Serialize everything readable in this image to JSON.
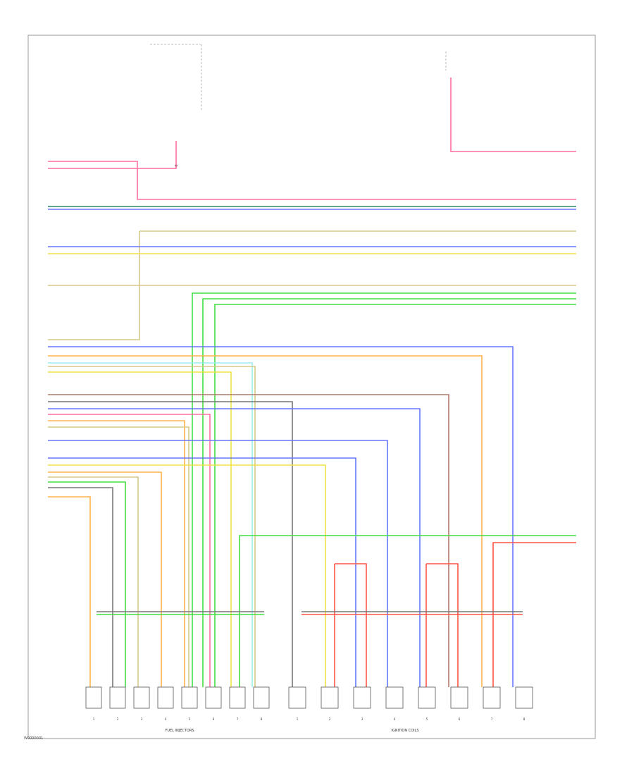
{
  "diagram": {
    "page_code": "W0000001",
    "group_labels": [
      "FUEL INJECTORS",
      "IGNITION COILS"
    ],
    "palette": {
      "pink": "#ff6f9f",
      "green": "#44dd44",
      "blue": "#6677ff",
      "tan": "#d8c98a",
      "orange": "#ffb24d",
      "yellow": "#f0e24a",
      "gray": "#777777",
      "red": "#ff5544",
      "dkgreen": "#2b8a62",
      "cyan": "#99eeee",
      "brown": "#b07a6a",
      "black": "#111111"
    },
    "injector_labels": [
      "1",
      "2",
      "3",
      "4",
      "5",
      "6",
      "7",
      "8"
    ],
    "coil_labels": [
      "1",
      "2",
      "3",
      "4",
      "5",
      "6",
      "7",
      "8"
    ]
  }
}
